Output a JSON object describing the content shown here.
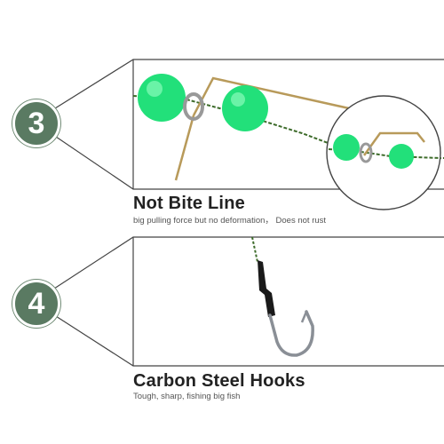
{
  "colors": {
    "badge": "#5a7a62",
    "bead": "#22e07a",
    "line": "#3d6b2a",
    "wire": "#b89a5a",
    "hook_tube": "#1a1a1a",
    "hook_metal": "#8a8f96"
  },
  "sections": [
    {
      "number": "3",
      "title": "Not Bite Line",
      "subtitle": "big pulling force but no deformation， Does not rust"
    },
    {
      "number": "4",
      "title": "Carbon Steel Hooks",
      "subtitle": "Tough, sharp, fishing big fish"
    }
  ]
}
